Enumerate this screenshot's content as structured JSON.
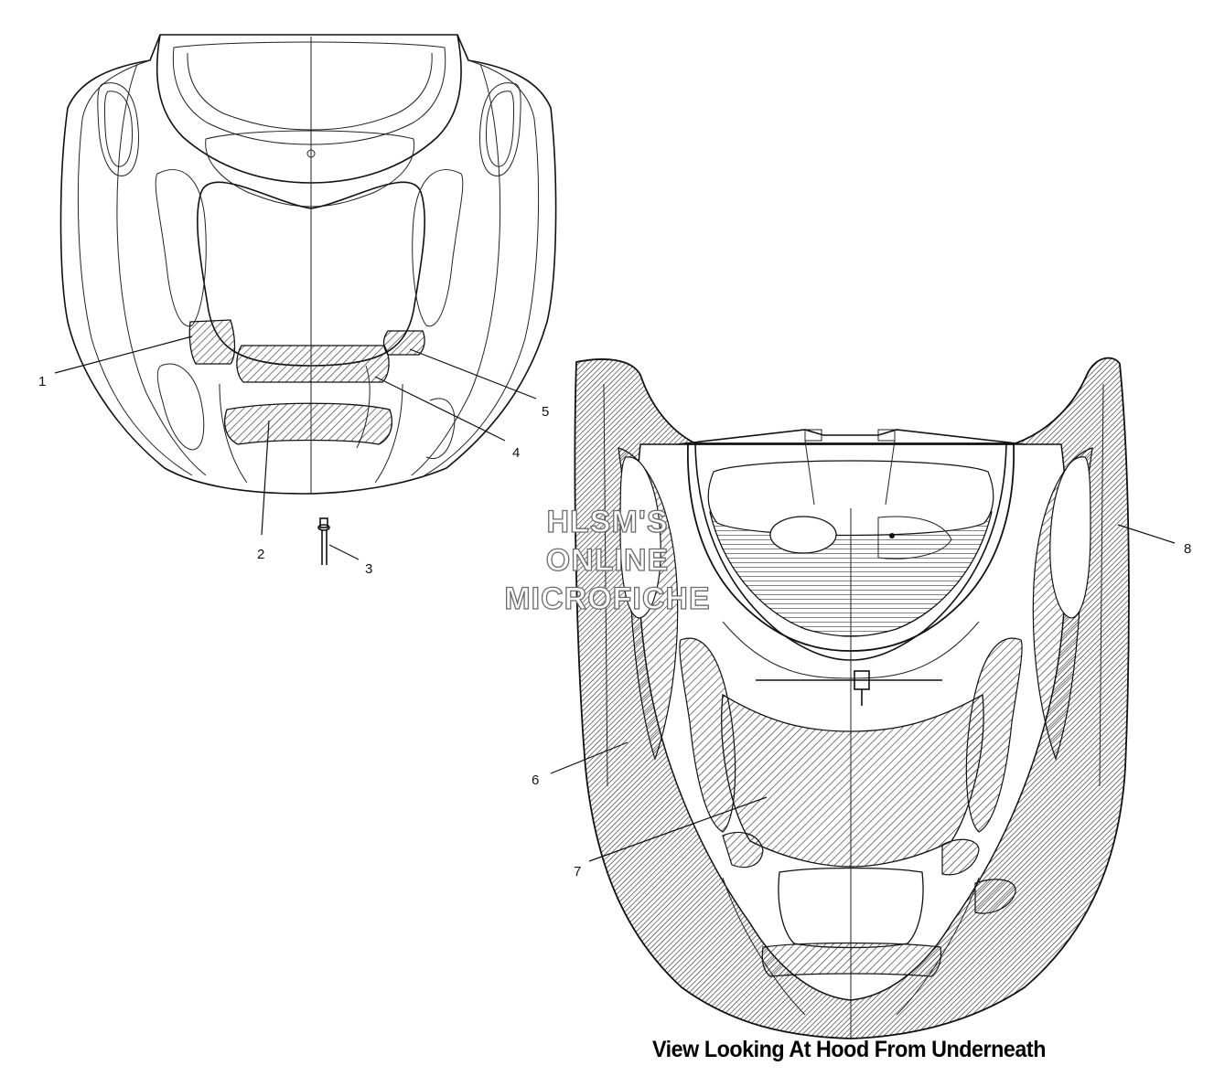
{
  "diagram": {
    "callouts": [
      {
        "id": "1",
        "label": "1"
      },
      {
        "id": "2",
        "label": "2"
      },
      {
        "id": "3",
        "label": "3"
      },
      {
        "id": "4",
        "label": "4"
      },
      {
        "id": "5",
        "label": "5"
      },
      {
        "id": "6",
        "label": "6"
      },
      {
        "id": "7",
        "label": "7"
      },
      {
        "id": "8",
        "label": "8"
      }
    ],
    "caption": "View Looking At Hood From Underneath",
    "watermark": [
      "HLSM'S",
      "ONLINE",
      "MICROFICHE"
    ]
  }
}
